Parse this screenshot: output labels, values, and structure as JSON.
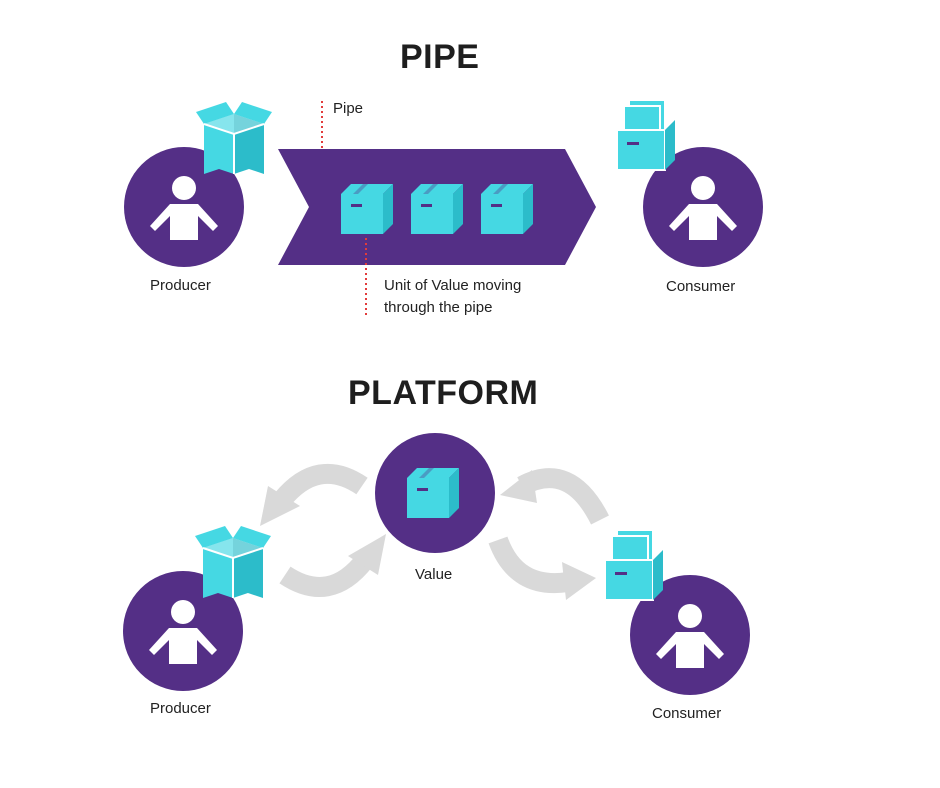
{
  "pipe": {
    "title": "PIPE",
    "pipe_label": "Pipe",
    "unit_label_line1": "Unit of Value moving",
    "unit_label_line2": "through the pipe",
    "producer_label": "Producer",
    "consumer_label": "Consumer"
  },
  "platform": {
    "title": "PLATFORM",
    "value_label": "Value",
    "producer_label": "Producer",
    "consumer_label": "Consumer"
  },
  "colors": {
    "purple": "#542f86",
    "cyan": "#45d8e3",
    "cyan_dark": "#2cbcca",
    "arrow_gray": "#d9d9d9",
    "dotted_red": "#e23b3b"
  },
  "icons": [
    "person-icon",
    "open-box-icon",
    "box-icon",
    "file-box-icon",
    "curved-arrow-icon"
  ]
}
